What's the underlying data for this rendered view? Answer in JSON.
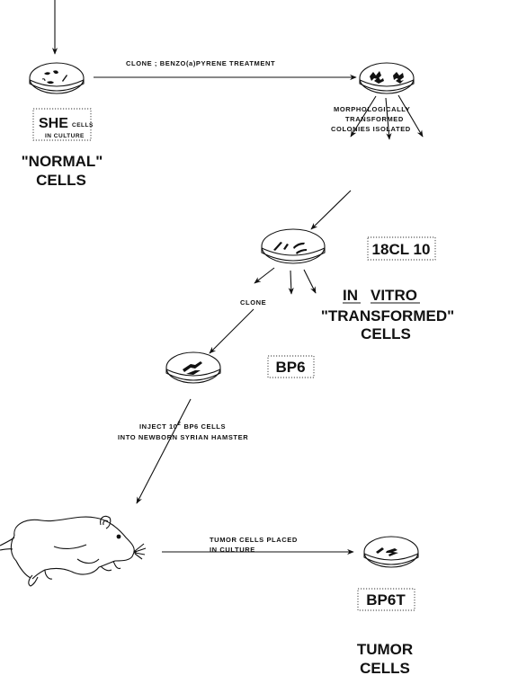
{
  "she_label": {
    "main": "SHE",
    "small_1": "CELLS",
    "small_2": "IN CULTURE"
  },
  "normal_label": {
    "line1": "\"NORMAL\"",
    "line2": "CELLS"
  },
  "step_texts": {
    "clone_benzo": "CLONE ; BENZO(a)PYRENE TREATMENT",
    "morph_1": "MORPHOLOGICALLY",
    "morph_2": "TRANSFORMED",
    "morph_3": "COLONIES ISOLATED",
    "clone": "CLONE",
    "inject_1": "INJECT 10",
    "inject_sup": "2",
    "inject_1b": "BP6 CELLS",
    "inject_2": "INTO NEWBORN SYRIAN HAMSTER",
    "tumor_1": "TUMOR CELLS PLACED",
    "tumor_2": "IN CULTURE"
  },
  "box_labels": {
    "cl10": "18CL 10",
    "bp6": "BP6",
    "bp6t": "BP6T"
  },
  "in_vitro_label": {
    "word1": "IN",
    "word2": "VITRO",
    "line2": "\"TRANSFORMED\"",
    "line3": "CELLS"
  },
  "tumor_label": {
    "line1": "TUMOR",
    "line2": "CELLS"
  },
  "colors": {
    "ink": "#111111",
    "background": "#ffffff"
  }
}
